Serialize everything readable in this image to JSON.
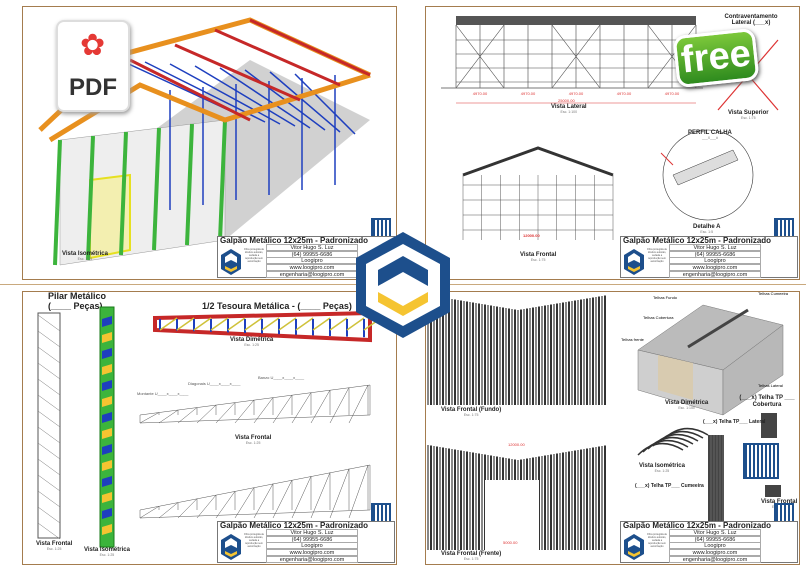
{
  "title_block": {
    "title": "Galpão Metálico 12x25m - Padronizado",
    "author": "Vitor Hugo S. Luz",
    "phone": "(64) 99955-6686",
    "company": "Loogipro",
    "site": "www.loogipro.com",
    "email": "engenharia@loogipro.com",
    "description": "Obra protegida de direitos autorais, vedada a reprodução sem autorização"
  },
  "sheet1": {
    "view": "Vista Isométrica",
    "scale": "Esc. 1:75"
  },
  "sheet2": {
    "lateral": "Vista Lateral",
    "lateral_scale": "Esc. 1:100",
    "dims": [
      "4970.00",
      "4970.00",
      "4970.00",
      "4970.00",
      "4970.00"
    ],
    "total": "25000.00",
    "contraventamento": "Contraventamento Lateral (___x)",
    "superior": "Vista Superior",
    "superior_scale": "Esc. 1:75",
    "perfil": "PERFIL CALHA",
    "perfil_sub": "___X___#",
    "detalhe": "Detalhe A",
    "detalhe_scale": "Esc. 1:5",
    "frontal": "Vista Frontal",
    "frontal_scale": "Esc. 1:75",
    "frontal_dim": "12000.00"
  },
  "sheet3": {
    "pilar": "Pilar Metálico",
    "pilar_pecas": "(____ Peças)",
    "tesoura": "1/2 Tesoura Metálica - (____ Peças)",
    "dimetrica": "Vista Dimétrica",
    "dimetrica_scale": "Esc. 1:25",
    "diagonais": "Diagonais U____x____x____",
    "banzo": "Banzo U____x____x____",
    "montante": "Montante U____x____x____",
    "frontal": "Vista Frontal",
    "frontal_scale": "Esc. 1:25",
    "pilar_frontal": "Vista Frontal",
    "pilar_frontal_scale": "Esc. 1:25",
    "pilar_iso": "Vista Isométrica",
    "pilar_iso_scale": "Esc. 1:25"
  },
  "sheet4": {
    "fundo": "Vista Frontal (Fundo)",
    "fundo_scale": "Esc. 1:75",
    "frente": "Vista Frontal (Frente)",
    "frente_scale": "Esc. 1:75",
    "dimetrica": "Vista Dimétrica",
    "dimetrica_scale": "Esc. 1:150",
    "telhas_fundo": "Telhas Fundo",
    "telhas_cobertura": "Telhas Cobertura",
    "telhas_frente": "Telhas frente",
    "telhas_cumeeira": "Telhas Cumeeira",
    "telhas_lateral": "Telhas Lateral",
    "telha_cobertura": "(___x) Telha TP ___ Cobertura",
    "telha_lateral": "(___x) Telha TP___ Lateral",
    "telha_cumeeira": "(___x) Telha TP___ Cumeeira",
    "iso": "Vista Isométrica",
    "iso_scale": "Esc. 1:25",
    "vfrontal": "Vista Frontal",
    "vfrontal_scale": "Esc. 1:25",
    "dim_front": "12000.00",
    "dim_door": "5000.00"
  },
  "badges": {
    "pdf": "PDF",
    "free": "free"
  },
  "colors": {
    "frame": "#a47c4e",
    "column": "#3cb43c",
    "truss": "#e8901e",
    "rafter": "#c62828",
    "brace": "#1e3fbf",
    "logo_blue": "#1d4f8c",
    "logo_yellow": "#f5c431"
  }
}
